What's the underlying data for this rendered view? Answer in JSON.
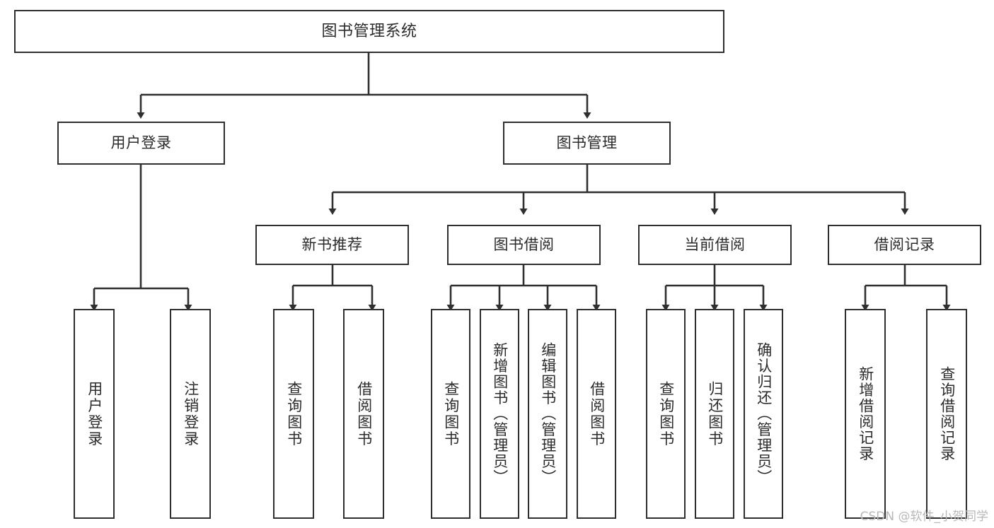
{
  "diagram": {
    "title": "图书管理系统",
    "type": "tree-hierarchy-chart",
    "root": {
      "label": "图书管理系统"
    },
    "level2": [
      {
        "label": "用户登录"
      },
      {
        "label": "图书管理"
      }
    ],
    "level3": [
      {
        "label": "新书推荐"
      },
      {
        "label": "图书借阅"
      },
      {
        "label": "当前借阅"
      },
      {
        "label": "借阅记录"
      }
    ],
    "leaves": {
      "user_login": [
        {
          "label": "用户登录"
        },
        {
          "label": "注销登录"
        }
      ],
      "new_book_recommend": [
        {
          "label": "查询图书"
        },
        {
          "label": "借阅图书"
        }
      ],
      "book_borrow": [
        {
          "label": "查询图书"
        },
        {
          "label": "新增图书（管理员）"
        },
        {
          "label": "编辑图书（管理员）"
        },
        {
          "label": "借阅图书"
        }
      ],
      "current_borrow": [
        {
          "label": "查询图书"
        },
        {
          "label": "归还图书"
        },
        {
          "label": "确认归还（管理员）"
        }
      ],
      "borrow_record": [
        {
          "label": "新增借阅记录"
        },
        {
          "label": "查询借阅记录"
        }
      ]
    },
    "watermark": "CSDN @软件_小贺同学",
    "colors": {
      "box_border": "#2f2f2f",
      "box_fill": "#ffffff",
      "text": "#2b2b2b",
      "connector": "#2f2f2f",
      "watermark": "#b8b8b8",
      "background": "#ffffff"
    }
  }
}
